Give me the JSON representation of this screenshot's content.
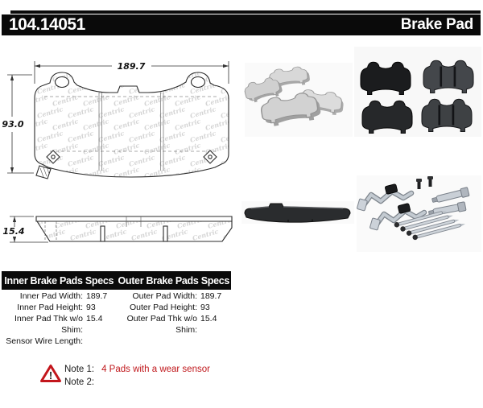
{
  "header": {
    "part_number": "104.14051",
    "title": "Brake Pad"
  },
  "diagram": {
    "watermark": "Centric",
    "front": {
      "width": "189.7",
      "height": "93.0"
    },
    "side": {
      "thickness": "15.4"
    }
  },
  "specs": {
    "inner": {
      "header": "Inner Brake Pads Specs",
      "rows": [
        {
          "label": "Inner Pad Width:",
          "value": "189.7"
        },
        {
          "label": "Inner Pad Height:",
          "value": "93"
        },
        {
          "label": "Inner Pad Thk w/o Shim:",
          "value": "15.4"
        },
        {
          "label": "Sensor Wire Length:",
          "value": ""
        }
      ]
    },
    "outer": {
      "header": "Outer Brake Pads Specs",
      "rows": [
        {
          "label": "Outer Pad Width:",
          "value": "189.7"
        },
        {
          "label": "Outer Pad Height:",
          "value": "93"
        },
        {
          "label": "Outer Pad Thk w/o Shim:",
          "value": "15.4"
        }
      ]
    }
  },
  "notes": [
    {
      "label": "Note 1:",
      "text": "4 Pads with a wear sensor"
    },
    {
      "label": "Note 2:",
      "text": ""
    }
  ],
  "colors": {
    "header_bg": "#0a0a0a",
    "note_highlight": "#c0181c",
    "warning_red": "#c3161c"
  }
}
